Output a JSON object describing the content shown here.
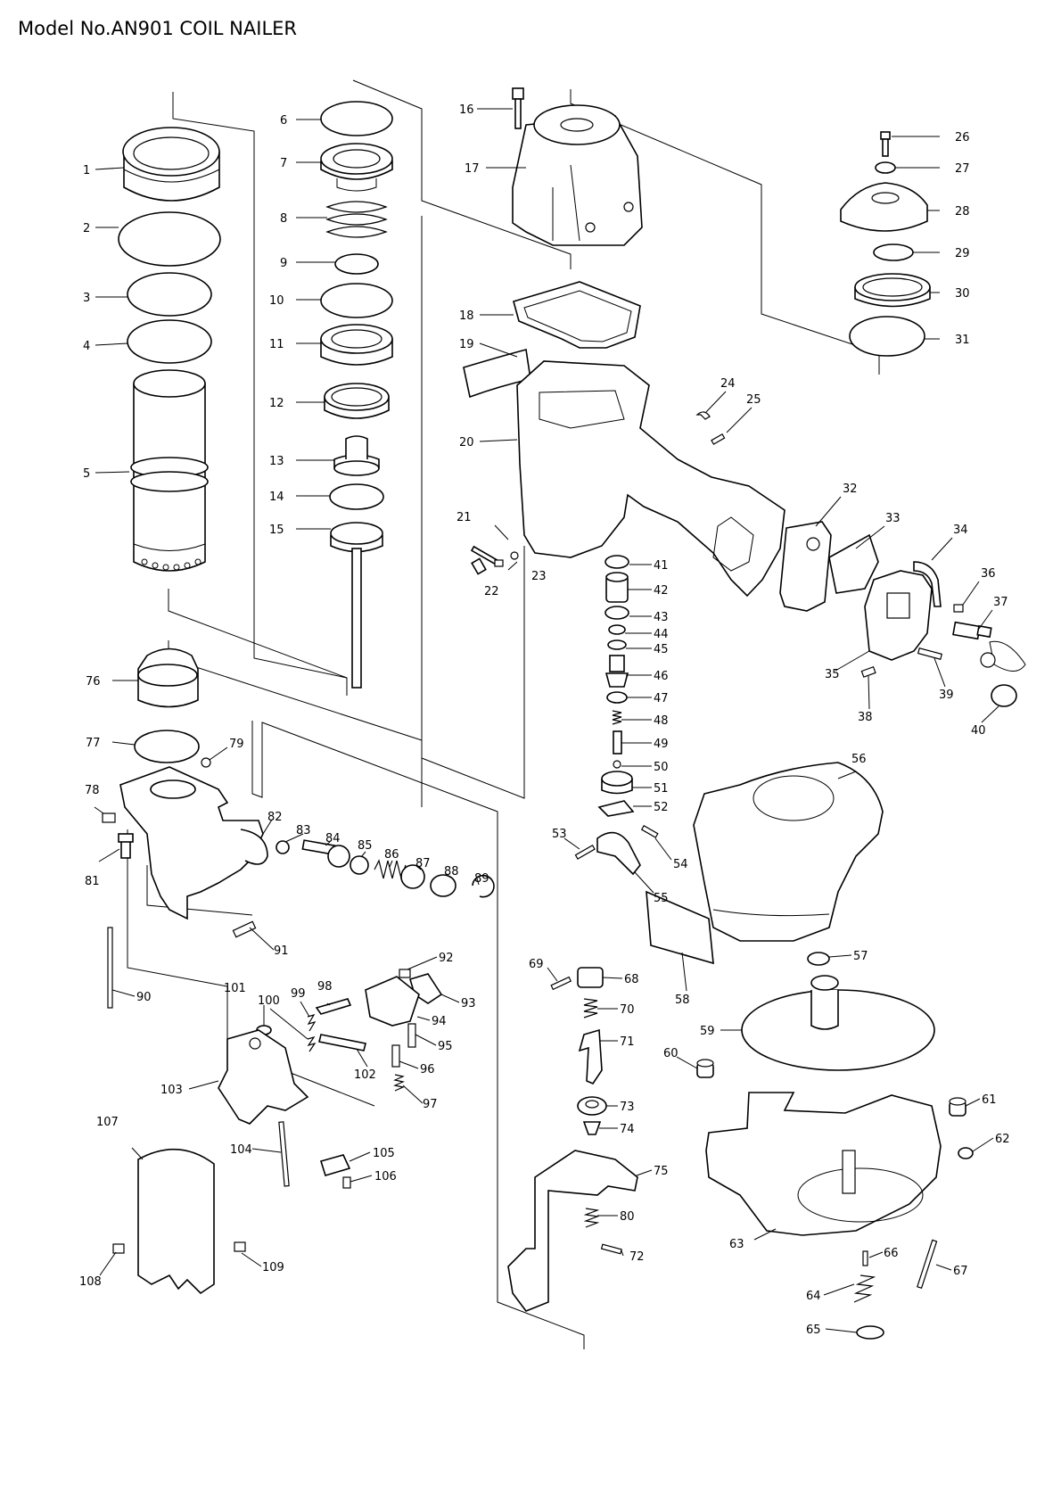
{
  "title": "Model No.AN901 COIL NAILER",
  "part_numbers": [
    "1",
    "2",
    "3",
    "4",
    "5",
    "6",
    "7",
    "8",
    "9",
    "10",
    "11",
    "12",
    "13",
    "14",
    "15",
    "16",
    "17",
    "18",
    "19",
    "20",
    "21",
    "22",
    "23",
    "24",
    "25",
    "26",
    "27",
    "28",
    "29",
    "30",
    "31",
    "32",
    "33",
    "34",
    "35",
    "36",
    "37",
    "38",
    "39",
    "40",
    "41",
    "42",
    "43",
    "44",
    "45",
    "46",
    "47",
    "48",
    "49",
    "50",
    "51",
    "52",
    "53",
    "54",
    "55",
    "56",
    "57",
    "58",
    "59",
    "60",
    "61",
    "62",
    "63",
    "64",
    "65",
    "66",
    "67",
    "68",
    "69",
    "70",
    "71",
    "72",
    "73",
    "74",
    "75",
    "76",
    "77",
    "78",
    "79",
    "80",
    "81",
    "82",
    "83",
    "84",
    "85",
    "86",
    "87",
    "88",
    "89",
    "90",
    "91",
    "92",
    "93",
    "94",
    "95",
    "96",
    "97",
    "98",
    "99",
    "100",
    "101",
    "102",
    "103",
    "104",
    "105",
    "106",
    "107",
    "108",
    "109"
  ]
}
